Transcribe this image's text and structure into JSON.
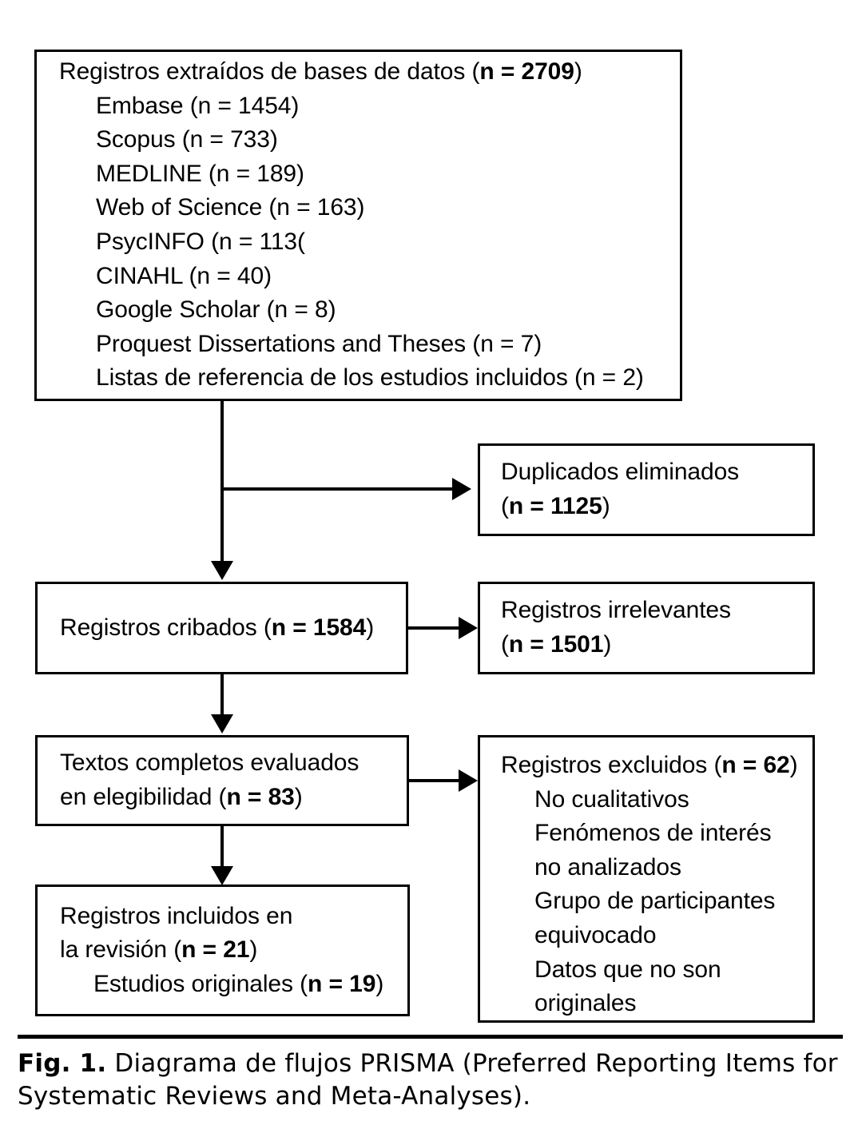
{
  "figure": {
    "caption_label": "Fig. 1.",
    "caption_text": "Diagrama de flujos PRISMA (Preferred Reporting Items for Systematic Reviews and Meta-Analyses)."
  },
  "diagram": {
    "type": "prisma-flow-diagram",
    "identification_box": {
      "header_text": "Registros extraídos de bases de datos (",
      "header_bold": "n = 2709",
      "header_tail": ")",
      "sources": [
        "Embase (n = 1454)",
        "Scopus (n = 733)",
        "MEDLINE (n = 189)",
        "Web of Science (n = 163)",
        "PsycINFO (n = 113(",
        "CINAHL (n = 40)",
        "Google Scholar (n = 8)",
        "Proquest Dissertations and Theses (n = 7)",
        "Listas de referencia de los estudios incluidos (n = 2)"
      ]
    },
    "duplicates_box": {
      "line1": "Duplicados eliminados",
      "line2_open": "(",
      "line2_bold": "n = 1125",
      "line2_close": ")"
    },
    "screened_box": {
      "text_before": "Registros cribados (",
      "bold": "n = 1584",
      "text_after": ")"
    },
    "irrelevant_box": {
      "line1": "Registros irrelevantes",
      "line2_open": "(",
      "line2_bold": "n = 1501",
      "line2_close": ")"
    },
    "eligibility_box": {
      "line1": "Textos completos evaluados",
      "line2_before": "en elegibilidad (",
      "line2_bold": "n = 83",
      "line2_after": ")"
    },
    "excluded_box": {
      "header_before": "Registros excluidos (",
      "header_bold": "n = 62",
      "header_after": ")",
      "reasons": [
        "No cualitativos",
        "Fenómenos de interés",
        "no analizados",
        "Grupo de participantes",
        "equivocado",
        "Datos que no son",
        "originales"
      ]
    },
    "included_box": {
      "line1": "Registros incluidos en",
      "line2_before": "la revisión (",
      "line2_bold": "n = 21",
      "line2_after": ")",
      "line3_before": "Estudios originales (",
      "line3_bold": "n = 19",
      "line3_after": ")"
    }
  },
  "colors": {
    "stroke": "#000000",
    "background": "#ffffff",
    "text": "#000000"
  }
}
